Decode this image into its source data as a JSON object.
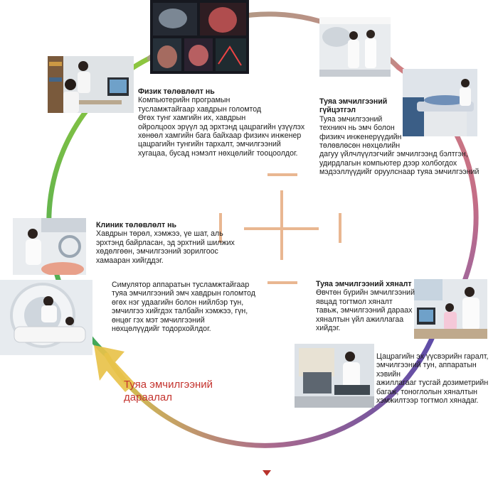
{
  "steps": [
    {
      "heading": "Физик төлөвлөлт нь",
      "body": "Компьютерийн програмын\nтусламжтайгаар хавдрын голомтод\nӨгөх тунг хамгийн их, хавдрын\nойролцоох эрүүл эд эрхтэнд цацрагийн үзүүлэх\nхөнөөл хамгийн бага байхаар физикч инженер\nцацрагийн тунгийн тархалт, эмчилгээний\nхугацаа, бусад нэмэлт нөхцөлийг тооцоолдог."
    },
    {
      "heading": "Туяа эмчилгээний\nгүйцэтгэл",
      "body": "Туяа эмчилгээний\nтехникч нь эмч болон\nфизикч инженерүүдийн\nтөлөвлөсөн нөхцөлийн\nдагуу үйлчлүүлэгчийг эмчилгээнд бэлтгэн,\nудирдлагын компьютер дээр холбогдох\nмэдээллүүдийг оруулснаар туяа эмчилгээний"
    },
    {
      "heading": "Клиник төлөвлөлт нь",
      "body": "Хавдрын төрөл, хэмжээ, үе шат, аль\nэрхтэнд байрласан, эд эрхтний шилжих\nхөдөлгөөн, эмчилгээний зорилгоос\nхамааран хийгддэг."
    },
    {
      "heading": "",
      "body": "Симулятор аппаратын тусламжтайгаар\nтуяа эмчилгээний эмч хавдрын голомтод\nөгөх нэг удаагийн болон нийлбэр тун,\nэмчилгээ хийгдэх талбайн хэмжээ, гүн,\nөнцөг гэх мэт эмчилгээний\nнөхцөлүүдийг тодорхойлдог."
    },
    {
      "heading": "Туяа эмчилгээний хяналт",
      "body": "Өвчтөн бүрийн эмчилгээний\nявцад тогтмол хяналт\nтавьж, эмчилгээний дараах\nхяналтын үйл ажиллагаа\nхийдэг."
    },
    {
      "heading": "",
      "body": "Цацрагийн эх үүсвэрийн гаралт,\nэмчилгээний тун, аппаратын хэвийн\nажиллагааг тусгай дозиметрийн\nбагаж, тоноглолын хяналтын\nхэмжилтээр тогтмол хянадаг."
    }
  ],
  "cycle_title": "Туяа эмчилгээний\nдараалал",
  "colors": {
    "title": "#c4332e",
    "arrow": "#e8c24a",
    "crosshair": "#e9b791",
    "triangle": "#b8322b"
  },
  "photos": [
    "treatment-planning-screen-photo",
    "doctors-at-computer-photo",
    "radiotherapy-staff-photo",
    "patient-on-treatment-table-photo",
    "clinical-consultation-photo",
    "simulator-scanner-photo",
    "follow-up-consultation-photo",
    "dosimetry-equipment-photo"
  ]
}
